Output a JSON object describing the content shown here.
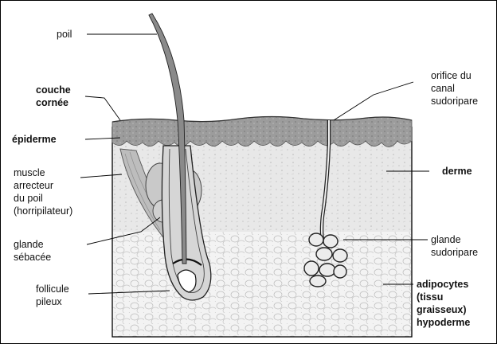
{
  "diagram": {
    "labels": {
      "poil": "poil",
      "couche_cornee": "couche\ncornée",
      "epiderme": "épiderme",
      "muscle": "muscle\narrecteur\ndu poil\n(horripilateur)",
      "glande_sebacee": "glande\nsébacée",
      "follicule": "follicule\npileux",
      "orifice": "orifice du\ncanal\nsudoripare",
      "derme": "derme",
      "glande_sudoripare": "glande\nsudoripare",
      "adipocytes": "adipocytes\n(tissu\ngraisseux)\nhypoderme"
    },
    "colors": {
      "epidermis": "#9a9a9a",
      "dermis": "#e6e6e6",
      "hypodermis": "#f1f1f1",
      "line": "#000000"
    }
  }
}
